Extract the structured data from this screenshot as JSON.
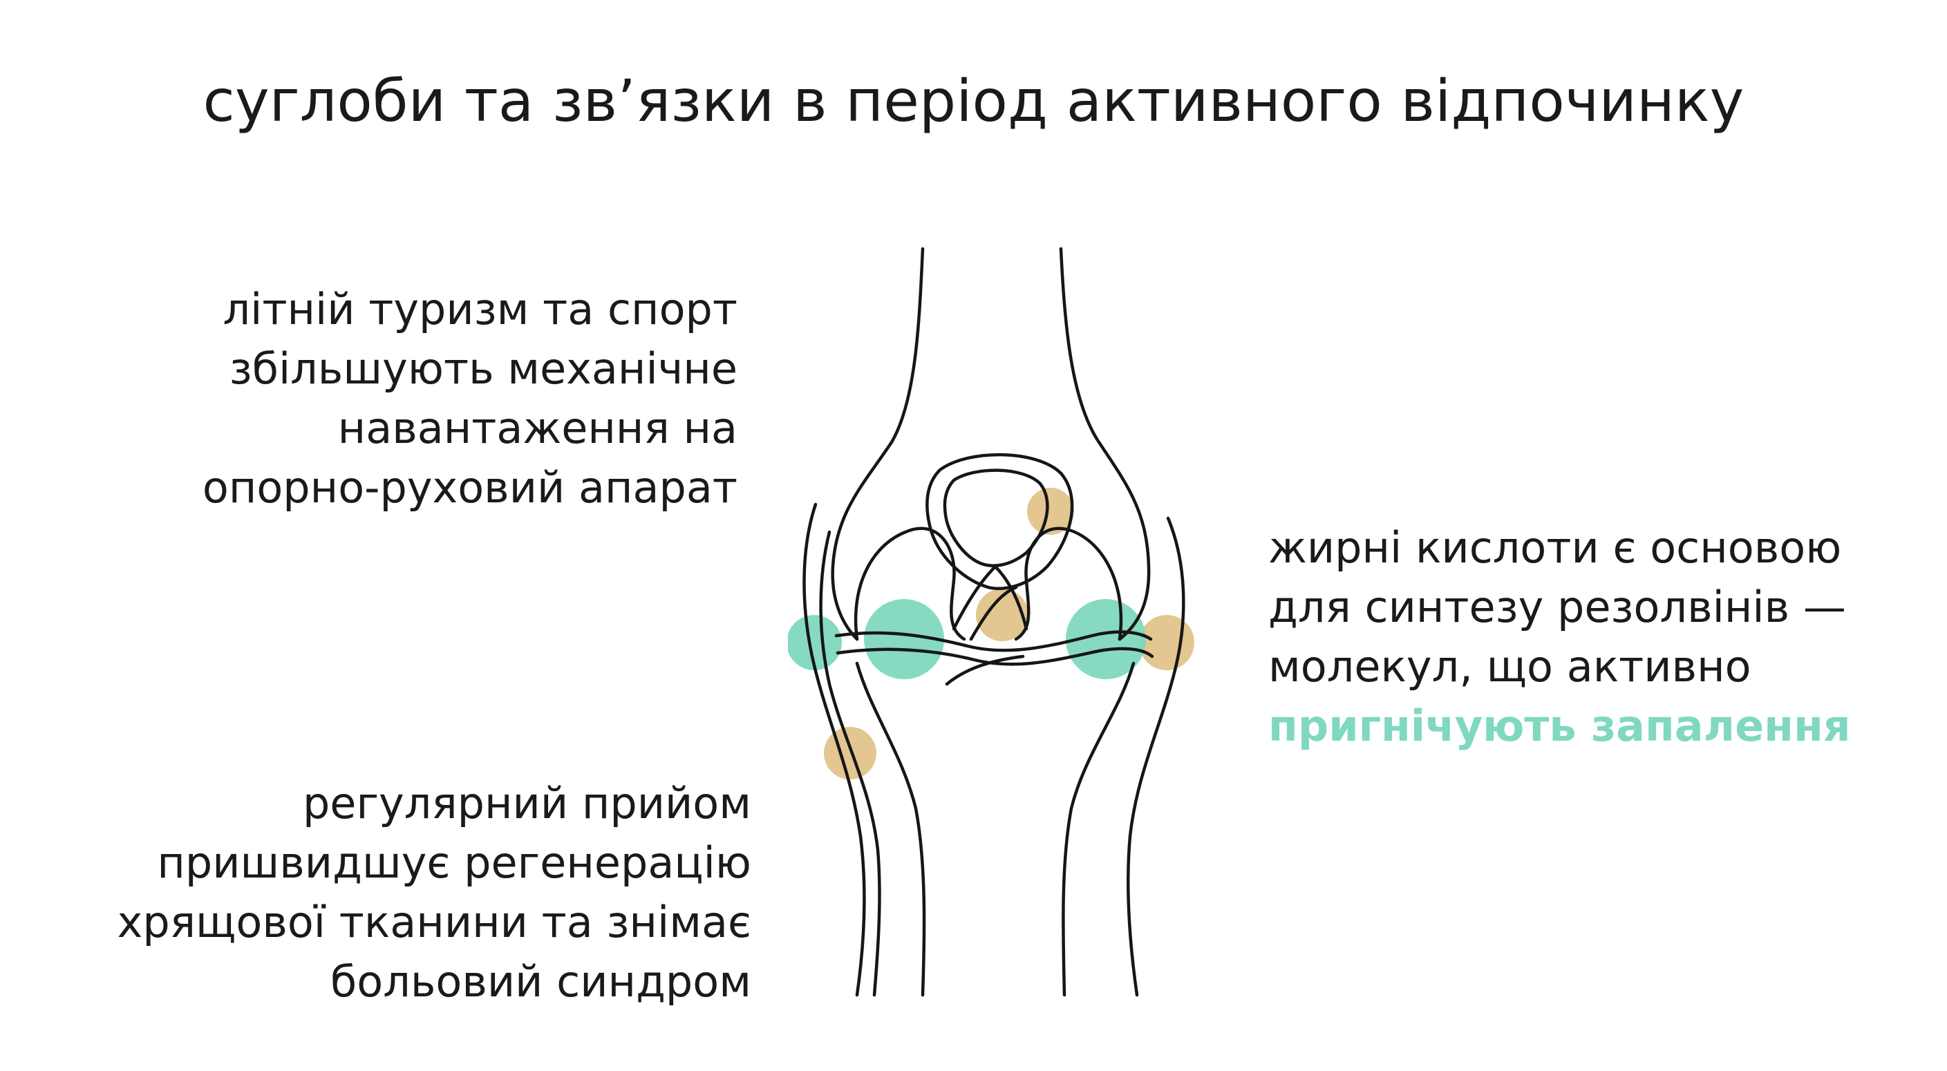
{
  "title": "суглоби та зв’язки в період активного відпочинку",
  "left_top": {
    "lines": [
      "літній туризм та спорт",
      "збільшують механічне",
      "навантаження на",
      "опорно-руховий апарат"
    ]
  },
  "left_bottom": {
    "lines": [
      "регулярний прийом",
      "пришвидшує регенерацію",
      "хрящової тканини та знімає",
      "больовий синдром"
    ]
  },
  "right": {
    "lines": [
      "жирні кислоти є основою",
      "для синтезу резолвінів —",
      "молекул, що активно"
    ],
    "highlight": "пригнічують запалення"
  },
  "colors": {
    "accent_green": "#7fd8bf",
    "accent_gold": "#d9b36b",
    "line": "#161616",
    "text": "#1a1a1a"
  }
}
